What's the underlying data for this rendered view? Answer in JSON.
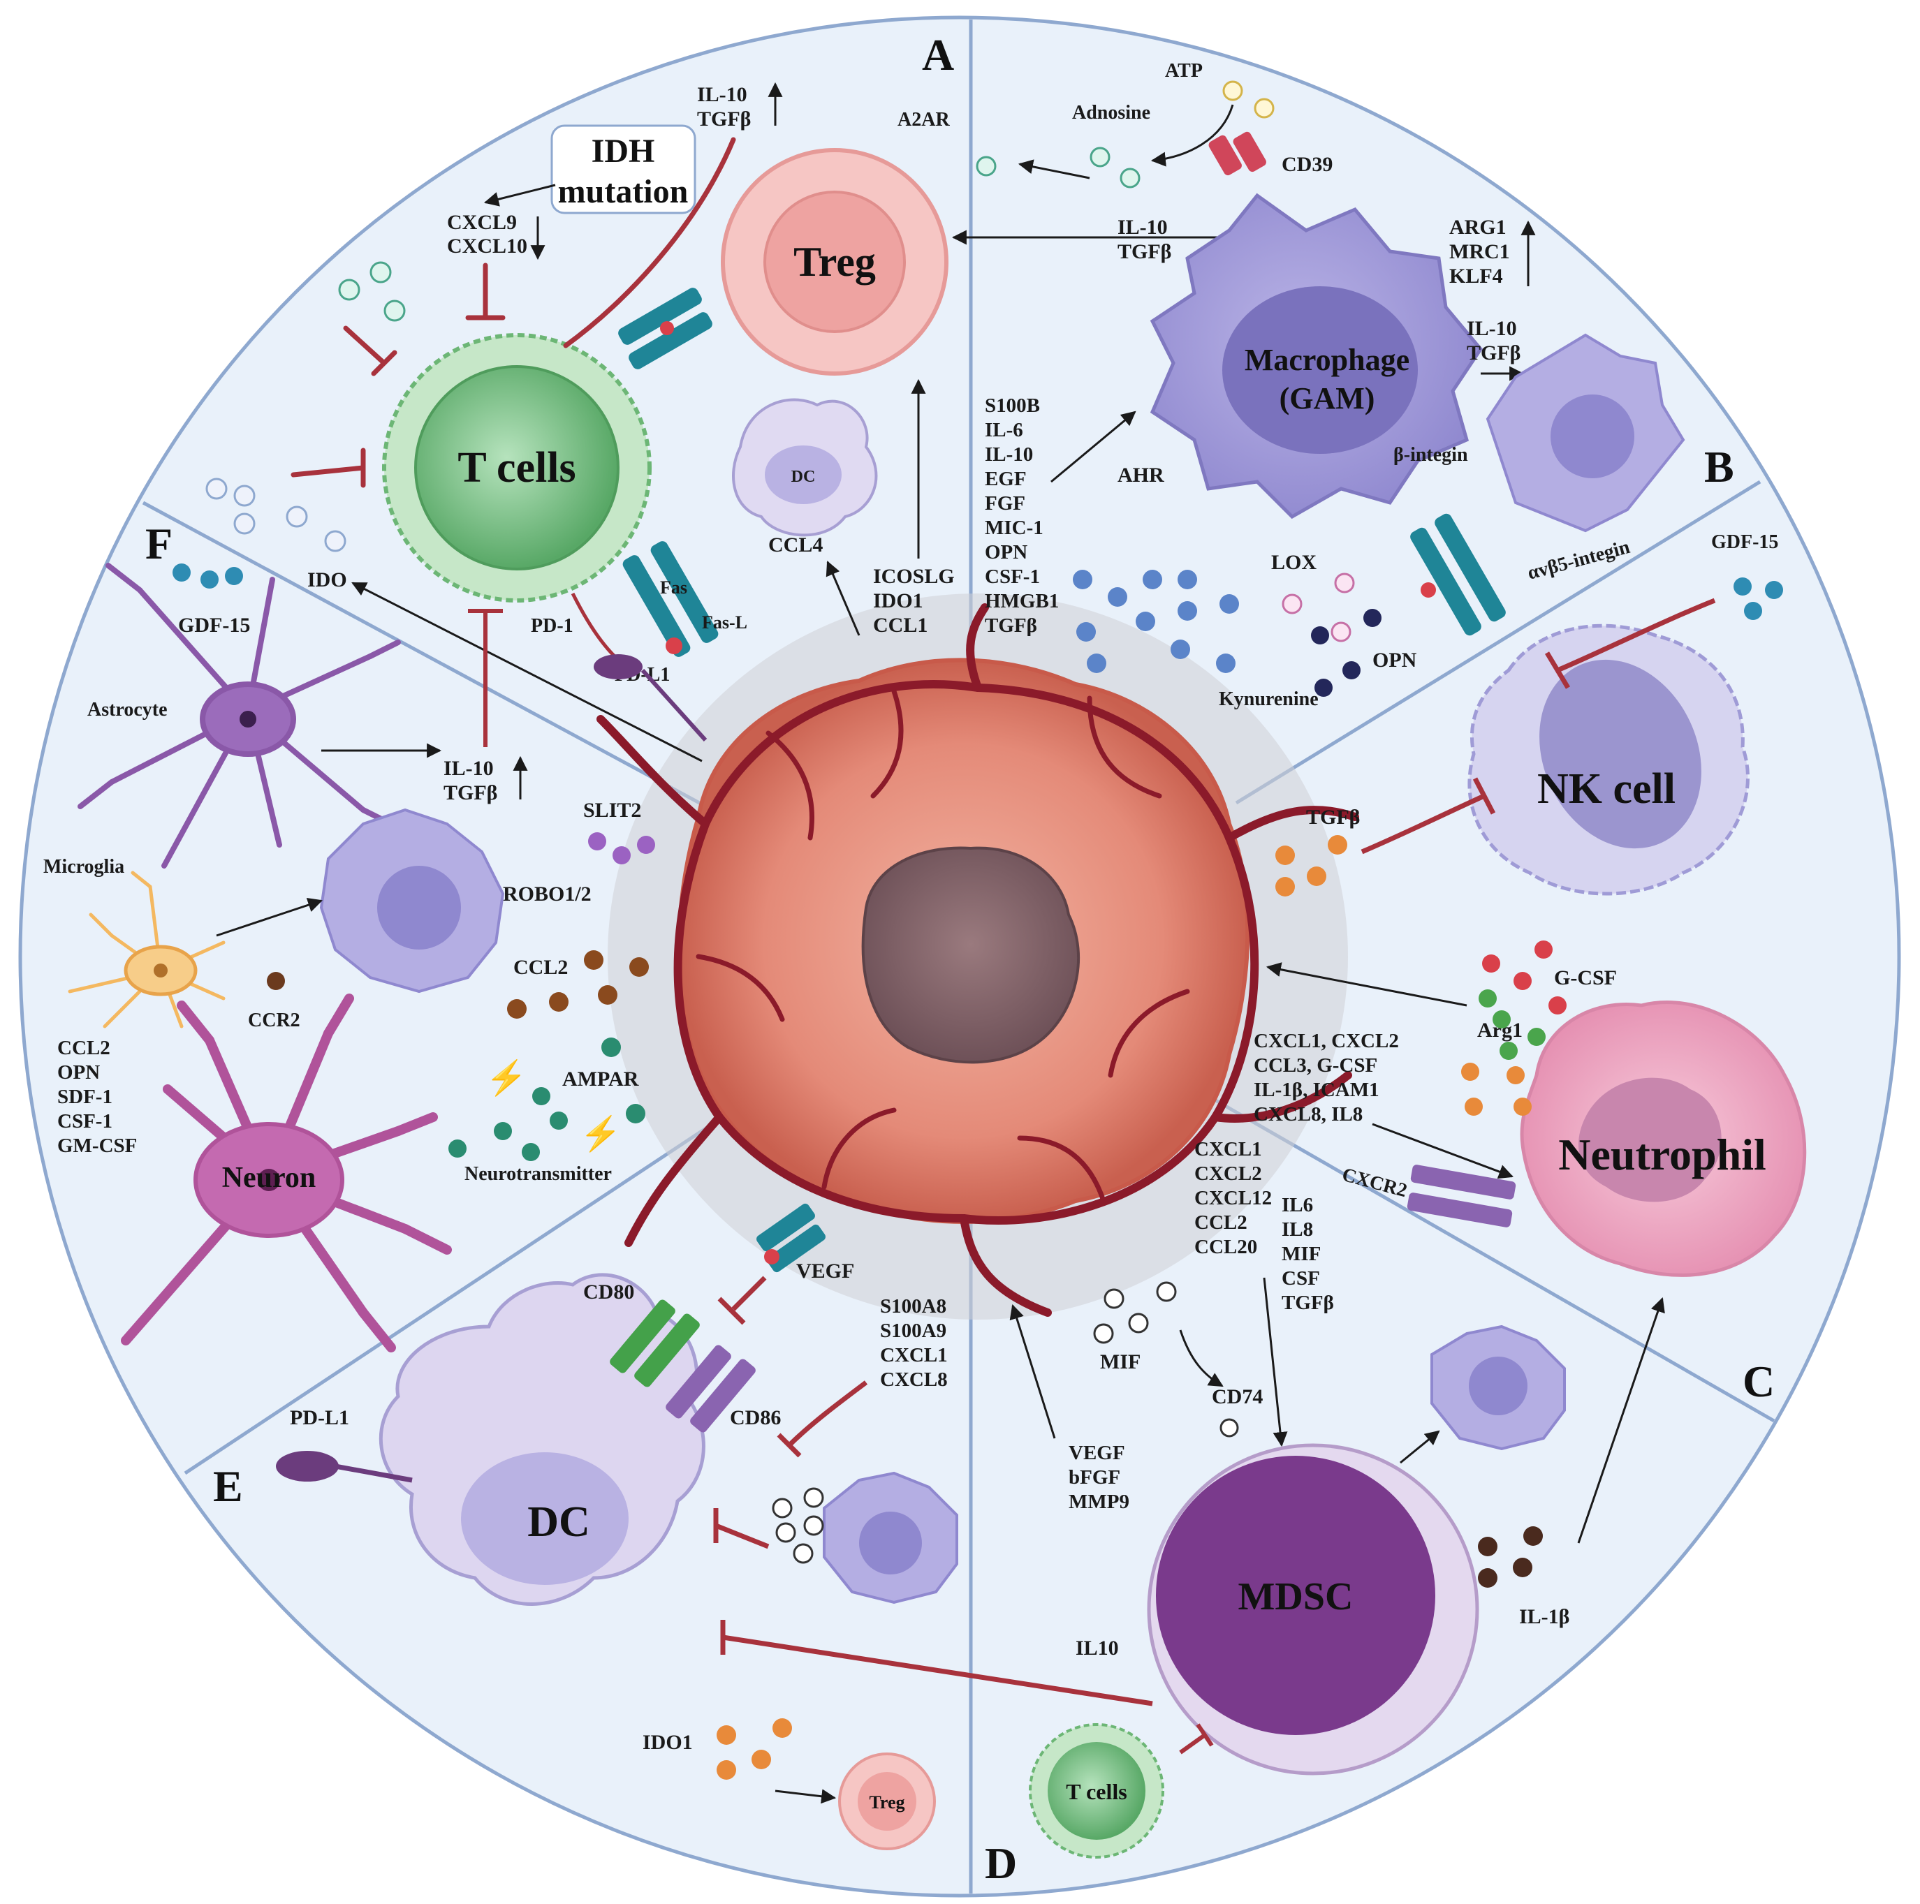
{
  "panels": {
    "a": "A",
    "b": "B",
    "c": "C",
    "d": "D",
    "e": "E",
    "f": "F"
  },
  "cells": {
    "treg": "Treg",
    "t_cells": "T cells",
    "dc_small": "DC",
    "macrophage_1": "Macrophage",
    "macrophage_2": "(GAM)",
    "nk": "NK cell",
    "neutrophil": "Neutrophil",
    "mdsc": "MDSC",
    "dc_large": "DC",
    "t_cells_small": "T cells",
    "treg_small": "Treg",
    "astrocyte": "Astrocyte",
    "microglia": "Microglia",
    "neuron": "Neuron"
  },
  "labels": {
    "idh_1": "IDH",
    "idh_2": "mutation",
    "il10_a": "IL-10",
    "tgfb_a": "TGFβ",
    "cxcl9": "CXCL9",
    "cxcl10": "CXCL10",
    "a2ar": "A2AR",
    "atp": "ATP",
    "adnosine": "Adnosine",
    "cd39": "CD39",
    "il10_b": "IL-10",
    "tgfb_b": "TGFβ",
    "arg1": "ARG1",
    "mrc1": "MRC1",
    "klf4": "KLF4",
    "il10_c": "IL-10",
    "tgfb_c": "TGFβ",
    "ahr": "AHR",
    "b_integrin": "β-integin",
    "avb5": "αvβ5-integin",
    "gdf15_b": "GDF-15",
    "lox": "LOX",
    "opn_b": "OPN",
    "kynurenine": "Kynurenine",
    "s100b_list": [
      "S100B",
      "IL-6",
      "IL-10",
      "EGF",
      "FGF",
      "MIC-1",
      "OPN",
      "CSF-1",
      "HMGB1",
      "TGFβ"
    ],
    "icoslg": "ICOSLG",
    "ido1_a": "IDO1",
    "ccl1": "CCL1",
    "ccl4": "CCL4",
    "fas": "Fas",
    "fasl": "Fas-L",
    "pd1": "PD-1",
    "pdl1_a": "PD-L1",
    "ido_f": "IDO",
    "gdf15_f": "GDF-15",
    "il10_f": "IL-10",
    "tgfb_f": "TGFβ",
    "slit2": "SLIT2",
    "robo": "ROBO1/2",
    "ccl2_f": "CCL2",
    "ccr2": "CCR2",
    "ampar": "AMPAR",
    "neurotransmitter": "Neurotransmitter",
    "neuron_list": [
      "CCL2",
      "OPN",
      "SDF-1",
      "CSF-1",
      "GM-CSF"
    ],
    "tgfb_nk": "TGFβ",
    "gcsf": "G-CSF",
    "arg1_c": "Arg1",
    "c_list": [
      "CXCL1, CXCL2",
      "CCL3, G-CSF",
      "IL-1β, ICAM1",
      "CXCL8, IL8"
    ],
    "cxcr2": "CXCR2",
    "d_list1": [
      "CXCL1",
      "CXCL2",
      "CXCL12",
      "CCL2",
      "CCL20"
    ],
    "d_list2": [
      "IL6",
      "IL8",
      "MIF",
      "CSF",
      "TGFβ"
    ],
    "mif": "MIF",
    "cd74": "CD74",
    "vegf_list": [
      "VEGF",
      "bFGF",
      "MMP9"
    ],
    "il1b": "IL-1β",
    "il10_d": "IL10",
    "vegf_e": "VEGF",
    "cd80": "CD80",
    "cd86": "CD86",
    "e_list": [
      "S100A8",
      "S100A9",
      "CXCL1",
      "CXCL8"
    ],
    "pdl1_e": "PD-L1",
    "ido1_e": "IDO1"
  },
  "colors": {
    "panel_bg": "#e9f1fa",
    "divider": "#8ea8cf",
    "vessel": "#8b1a2a",
    "tumor": "#e48a78",
    "treg": "#f6c0c0",
    "tcell": "#8fcf9a",
    "macrophage": "#a9a3db",
    "nk": "#c8c6ec",
    "neutrophil": "#f3b6cc",
    "mdsc": "#7a3a8c",
    "dc": "#d8d0ee",
    "astrocyte": "#8a58a8",
    "microglia": "#f4b860",
    "neuron": "#b0539a",
    "inhibit": "#a8323c",
    "receptor_teal": "#1f8597",
    "receptor_purple": "#8a64b0",
    "receptor_green": "#44a14a"
  }
}
